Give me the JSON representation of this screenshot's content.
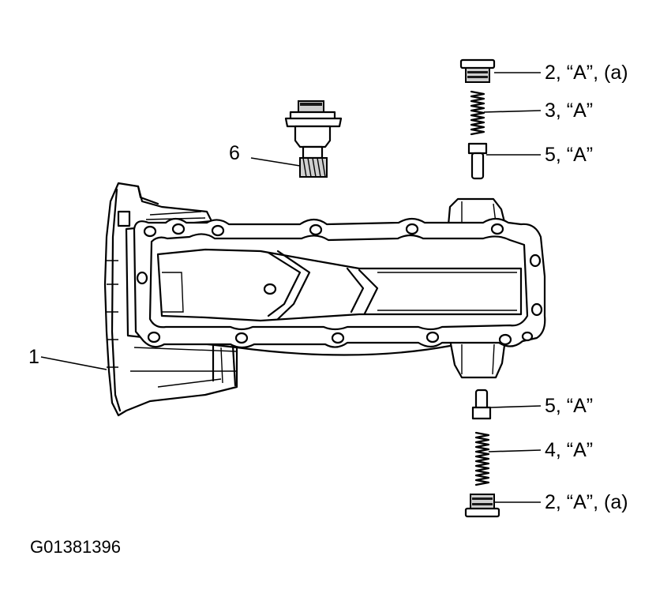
{
  "callouts": {
    "part1": "1",
    "part6": "6",
    "plug_top": "2, “A”, (a)",
    "spring_top": "3, “A”",
    "plunger_top": "5, “A”",
    "plunger_bottom": "5, “A”",
    "spring_bottom": "4, “A”",
    "plug_bottom": "2, “A”, (a)"
  },
  "figure_code": "G01381396"
}
